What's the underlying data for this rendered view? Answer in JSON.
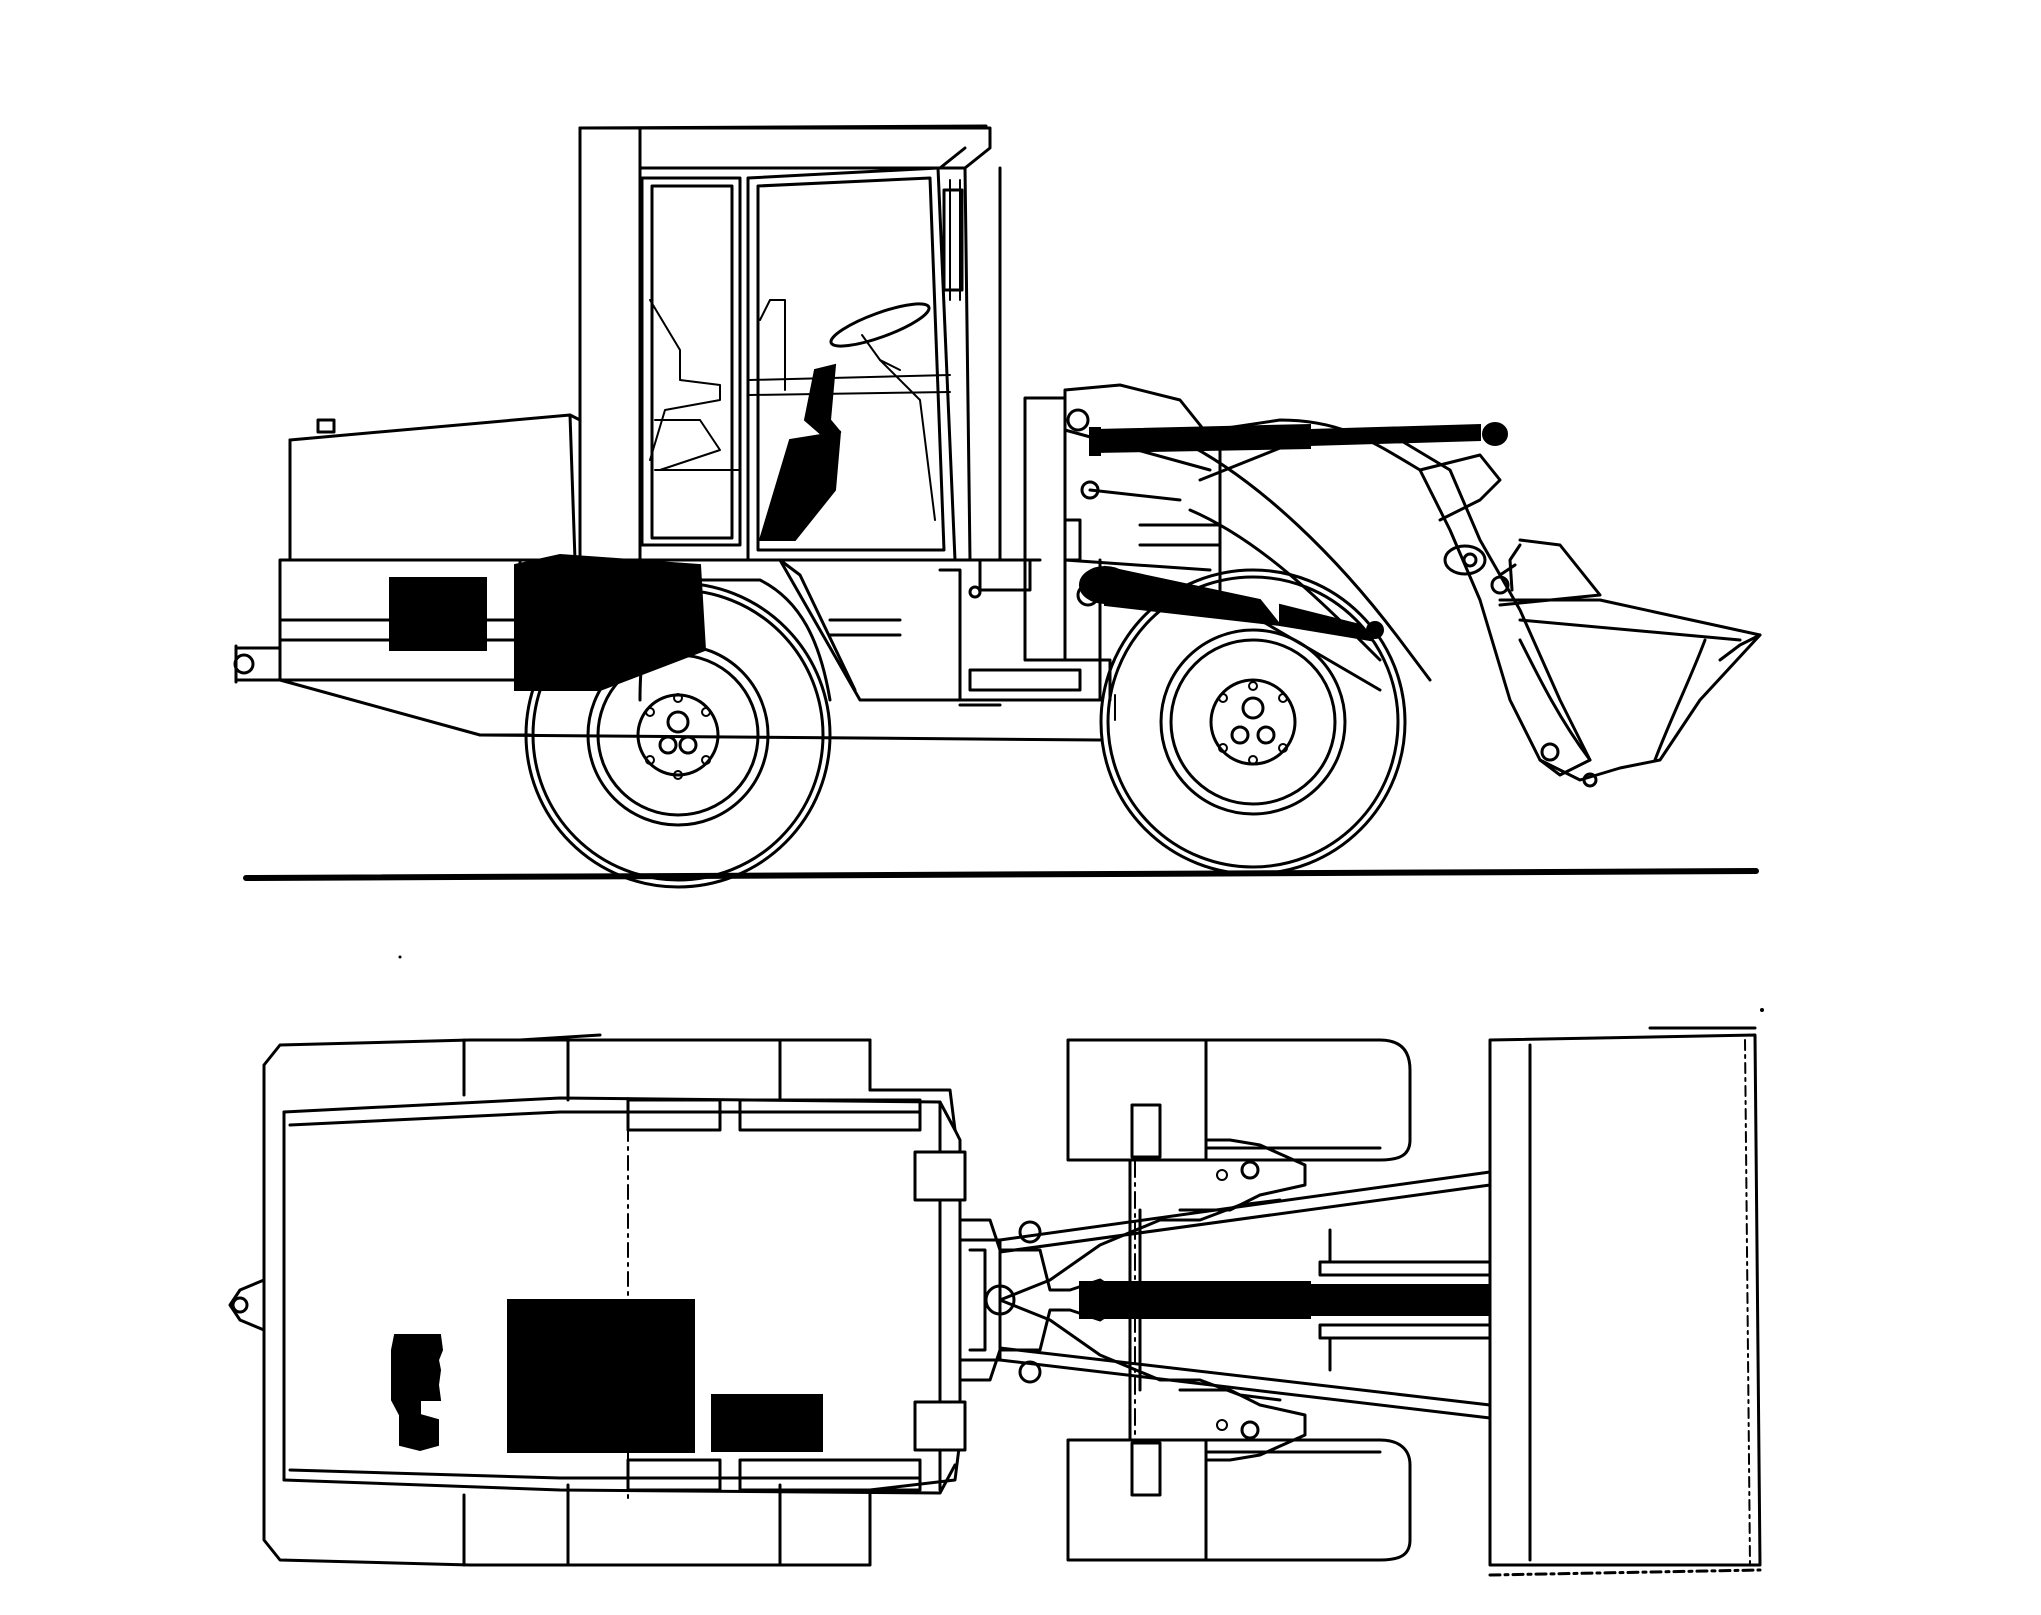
{
  "drawing": {
    "views": [
      {
        "id": "side-view",
        "parts": [
          "cab",
          "engine-hood",
          "rear-fender",
          "front-frame",
          "lift-arm",
          "lift-cylinder",
          "tilt-cylinder",
          "bucket",
          "rear-wheel",
          "front-wheel",
          "ground-line",
          "hitch"
        ]
      },
      {
        "id": "top-view",
        "parts": [
          "rear-body",
          "rear-tire-top",
          "rear-tire-bottom",
          "articulation-joint",
          "front-axle-top",
          "front-axle-bottom",
          "front-tire-top",
          "front-tire-bottom",
          "steering-rods",
          "center-cylinder",
          "bucket-top"
        ]
      }
    ],
    "colors": {
      "line": "#000000",
      "background": "#ffffff",
      "fill": "#000000"
    }
  }
}
